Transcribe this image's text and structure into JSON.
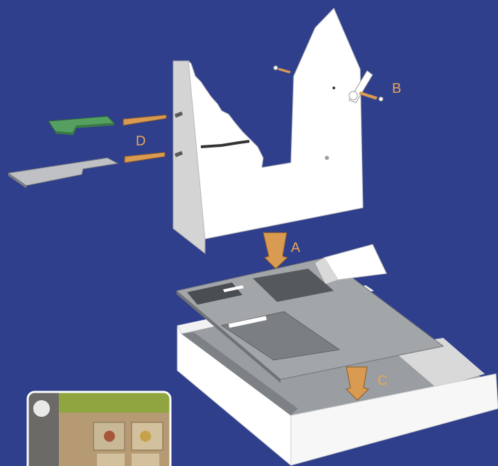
{
  "labels": {
    "a": "A",
    "b": "B",
    "c": "C",
    "d": "D"
  },
  "colors": {
    "background": "#2f3f8c",
    "arrow": "#d99a52",
    "panel": "#ffffff",
    "board_gray": "#8c8f93",
    "tray_gray": "#a3a6a9",
    "accent_green": "#55a060",
    "label": "#e8a65a"
  },
  "icons": [
    "peg-arrow-icon",
    "pin-icon",
    "window-flap-icon"
  ]
}
